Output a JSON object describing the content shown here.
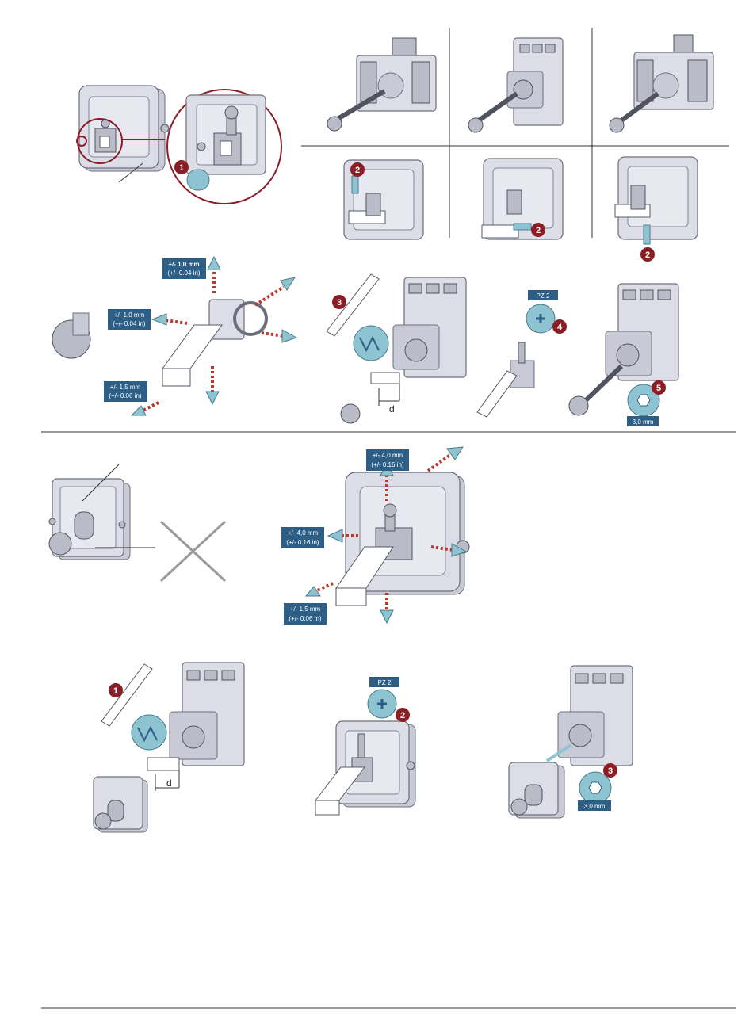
{
  "tolerances": {
    "panel_a_up_mm": "+/- 1,0 mm",
    "panel_a_up_in": "(+/- 0.04 in)",
    "panel_a_left_mm": "+/- 1,0 mm",
    "panel_a_left_in": "(+/- 0.04 in)",
    "panel_a_down_mm": "+/- 1,5 mm",
    "panel_a_down_in": "(+/- 0.06 in)",
    "panel_b_up_mm": "+/- 4,0 mm",
    "panel_b_up_in": "(+/- 0.16 in)",
    "panel_b_left_mm": "+/- 4,0 mm",
    "panel_b_left_in": "(+/- 0.16 in)",
    "panel_b_down_mm": "+/- 1,5 mm",
    "panel_b_down_in": "(+/- 0.06 in)"
  },
  "tools": {
    "screwdriver_1": "PZ 2",
    "screwdriver_2": "PZ 2",
    "hex_key_1": "3,0 mm",
    "hex_key_2": "3,0 mm"
  },
  "steps": {
    "top_s1": "1",
    "top_s2a": "2",
    "top_s2b": "2",
    "top_s2c": "2",
    "mid_s3": "3",
    "mid_s4": "4",
    "mid_s5": "5",
    "bot_s1": "1",
    "bot_s2": "2",
    "bot_s3": "3"
  },
  "dimension": {
    "d_top": "d",
    "d_bottom": "d"
  },
  "colors": {
    "step_badge": "#8b1d25",
    "label_box": "#2d5f86",
    "tolerance_arrow": "#b73a2c",
    "tool_bubble": "#8ec3d1"
  }
}
